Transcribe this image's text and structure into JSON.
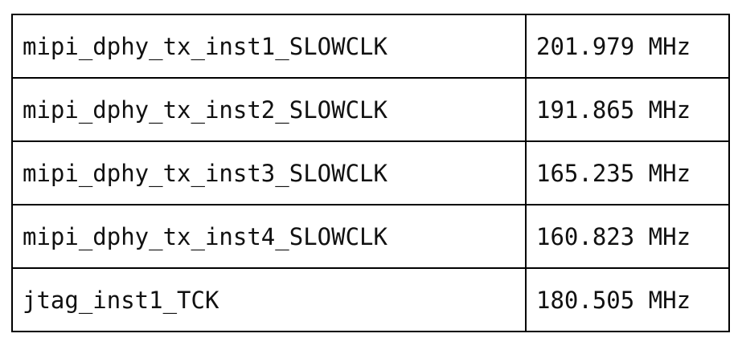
{
  "clock_table": {
    "rows": [
      {
        "name": "mipi_dphy_tx_inst1_SLOWCLK",
        "frequency": "201.979 MHz"
      },
      {
        "name": "mipi_dphy_tx_inst2_SLOWCLK",
        "frequency": "191.865 MHz"
      },
      {
        "name": "mipi_dphy_tx_inst3_SLOWCLK",
        "frequency": "165.235 MHz"
      },
      {
        "name": "mipi_dphy_tx_inst4_SLOWCLK",
        "frequency": "160.823 MHz"
      },
      {
        "name": "jtag_inst1_TCK",
        "frequency": "180.505 MHz"
      }
    ]
  }
}
